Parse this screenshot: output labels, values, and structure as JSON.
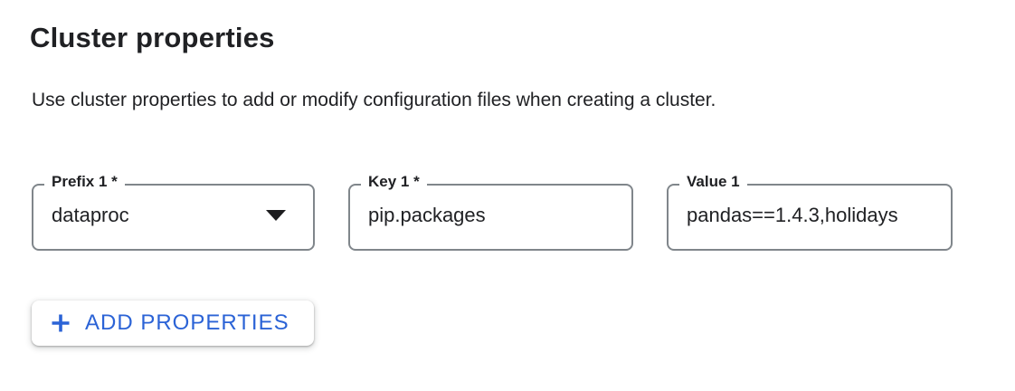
{
  "section": {
    "title": "Cluster properties",
    "description": "Use cluster properties to add or modify configuration files when creating a cluster."
  },
  "fields": {
    "prefix": {
      "label": "Prefix 1 *",
      "value": "dataproc",
      "icon": "dropdown-arrow-icon"
    },
    "key": {
      "label": "Key 1 *",
      "value": "pip.packages"
    },
    "value": {
      "label": "Value 1",
      "value": "pandas==1.4.3,holidays"
    }
  },
  "buttons": {
    "add_properties": {
      "label": "ADD PROPERTIES",
      "icon": "plus-icon"
    }
  },
  "colors": {
    "accent_blue": "#2b63d6",
    "text_primary": "#202124",
    "field_border": "#80868b"
  }
}
